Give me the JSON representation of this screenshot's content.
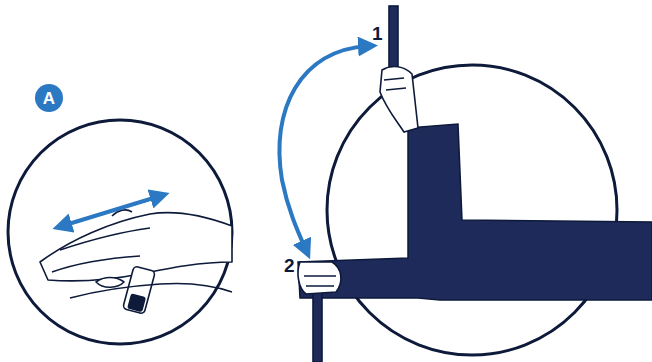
{
  "diagram": {
    "nodes": [
      {
        "text": [
          "A"
        ]
      }
    ],
    "labels": [
      "1",
      "2"
    ]
  }
}
